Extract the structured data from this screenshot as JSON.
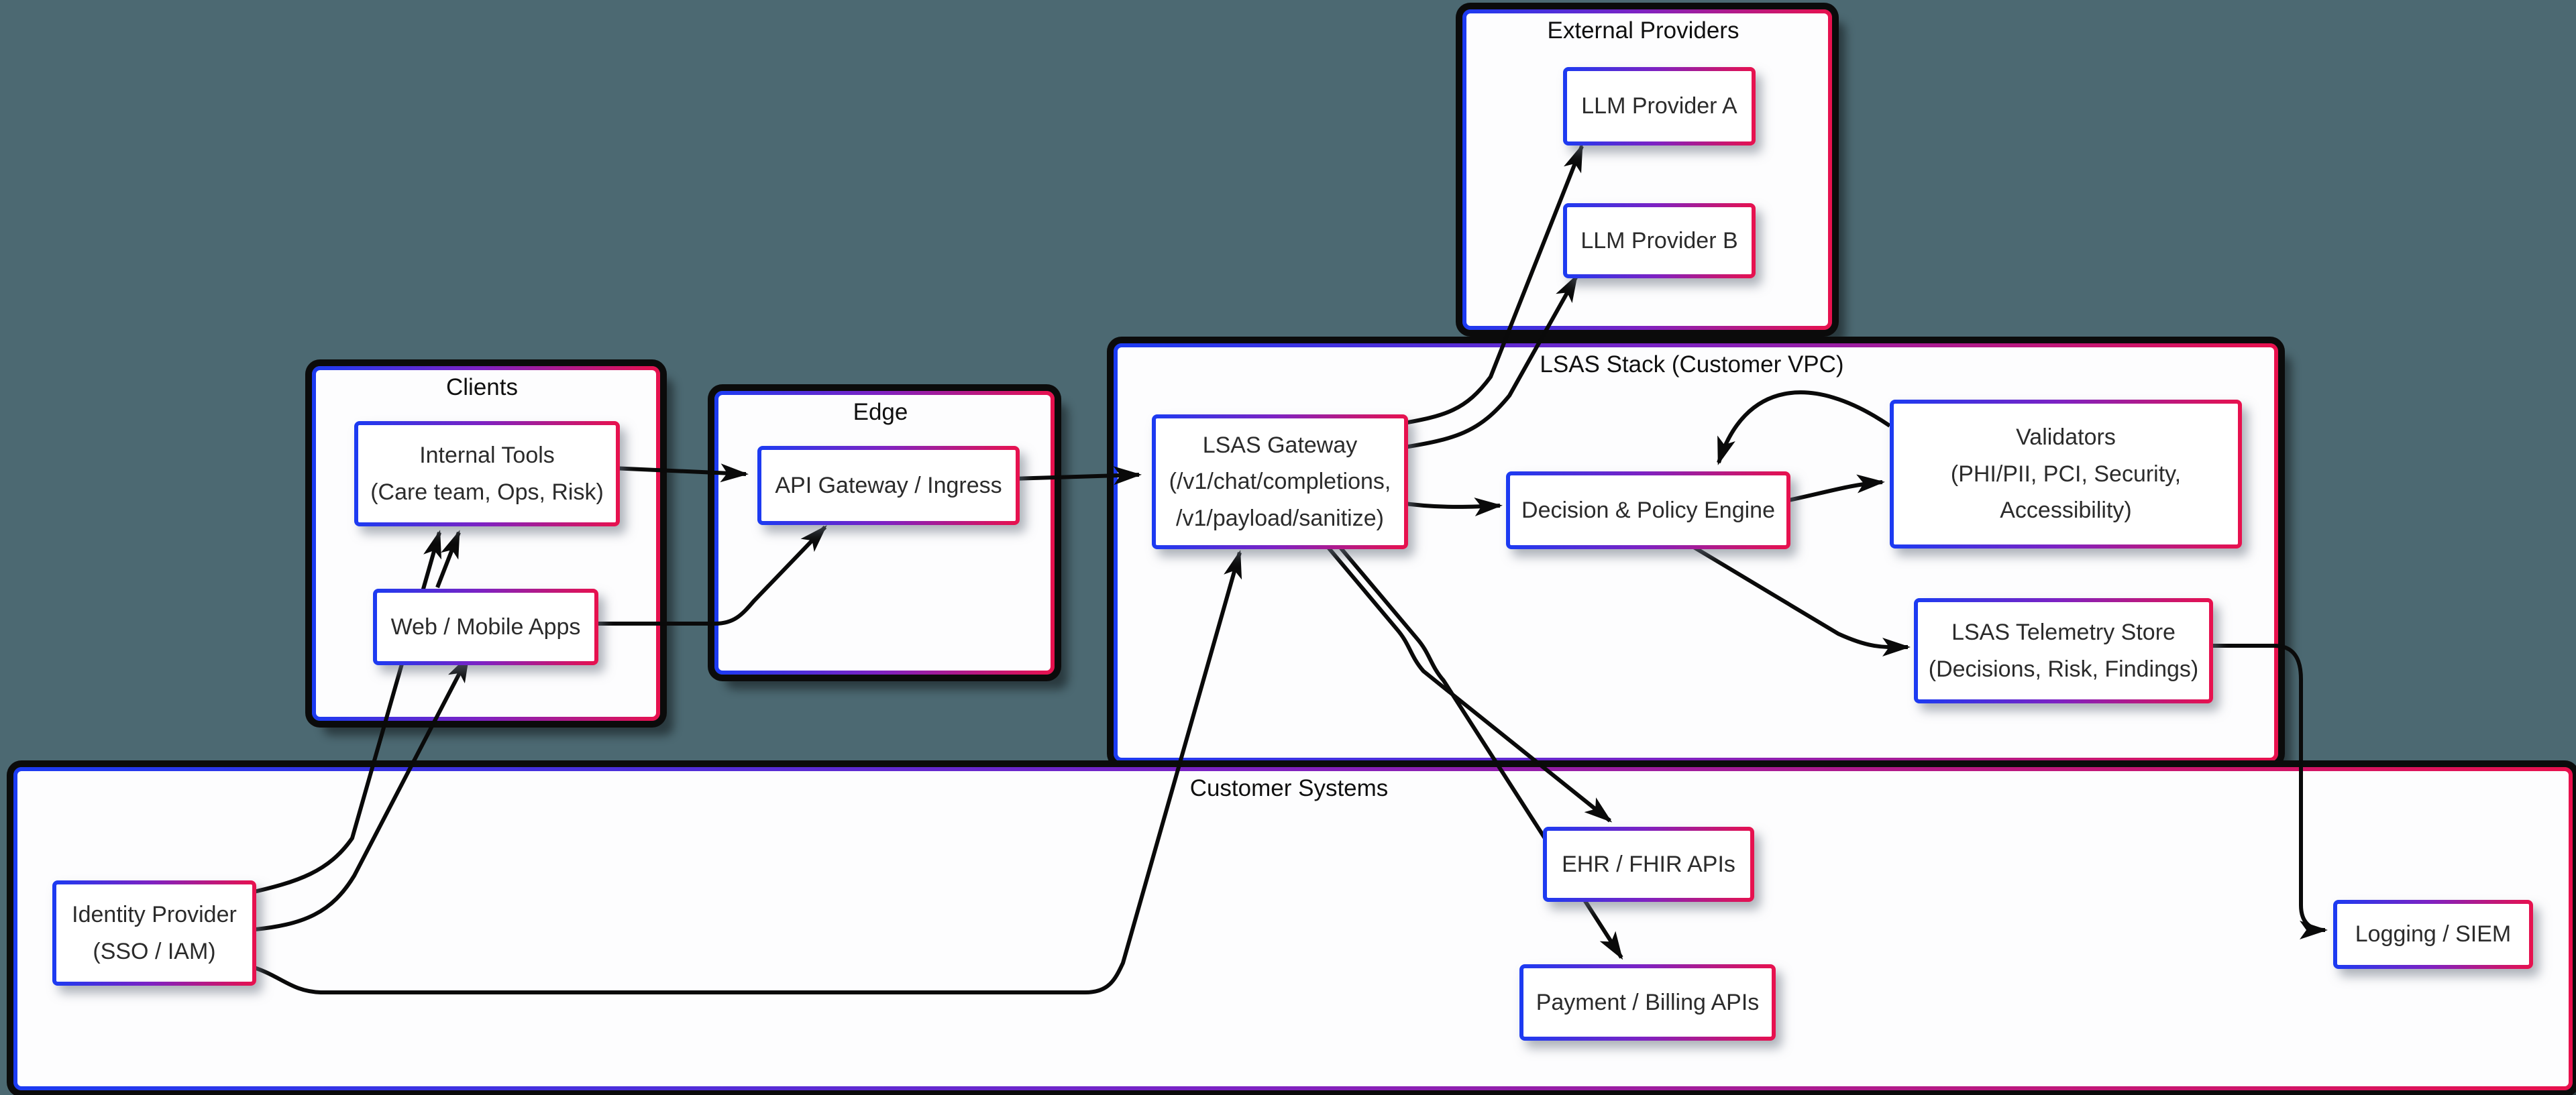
{
  "colors": {
    "page_background": "#4c6972",
    "box_fill": "#ffffff",
    "border_gradient_start": "#1b3bf2",
    "border_gradient_mid": "#7d22c3",
    "border_gradient_end": "#e8114d",
    "frame_black": "#0b0b0b",
    "edge_stroke": "#0a0a0a",
    "text": "#2b2b2b"
  },
  "containers": {
    "external_providers": {
      "title": "External Providers"
    },
    "clients": {
      "title": "Clients"
    },
    "edge": {
      "title": "Edge"
    },
    "lsas_stack": {
      "title": "LSAS Stack (Customer VPC)"
    },
    "customer_systems": {
      "title": "Customer Systems"
    }
  },
  "nodes": {
    "llm_provider_a": {
      "label": "LLM Provider A"
    },
    "llm_provider_b": {
      "label": "LLM Provider B"
    },
    "internal_tools": {
      "label": "Internal Tools\n(Care team, Ops, Risk)"
    },
    "web_mobile_apps": {
      "label": "Web / Mobile Apps"
    },
    "api_gateway": {
      "label": "API Gateway / Ingress"
    },
    "lsas_gateway": {
      "label": "LSAS Gateway\n(/v1/chat/completions,\n/v1/payload/sanitize)"
    },
    "decision_policy_engine": {
      "label": "Decision & Policy Engine"
    },
    "validators": {
      "label": "Validators\n(PHI/PII, PCI, Security,\nAccessibility)"
    },
    "telemetry_store": {
      "label": "LSAS Telemetry Store\n(Decisions, Risk, Findings)"
    },
    "identity_provider": {
      "label": "Identity Provider\n(SSO / IAM)"
    },
    "ehr_fhir_apis": {
      "label": "EHR / FHIR APIs"
    },
    "payment_billing_apis": {
      "label": "Payment / Billing APIs"
    },
    "logging_siem": {
      "label": "Logging / SIEM"
    }
  },
  "edges": [
    {
      "from": "web_mobile_apps",
      "to": "internal_tools"
    },
    {
      "from": "internal_tools",
      "to": "api_gateway"
    },
    {
      "from": "web_mobile_apps",
      "to": "api_gateway"
    },
    {
      "from": "api_gateway",
      "to": "lsas_gateway"
    },
    {
      "from": "lsas_gateway",
      "to": "llm_provider_a"
    },
    {
      "from": "lsas_gateway",
      "to": "llm_provider_b"
    },
    {
      "from": "lsas_gateway",
      "to": "decision_policy_engine"
    },
    {
      "from": "decision_policy_engine",
      "to": "validators"
    },
    {
      "from": "validators",
      "to": "decision_policy_engine"
    },
    {
      "from": "decision_policy_engine",
      "to": "telemetry_store"
    },
    {
      "from": "telemetry_store",
      "to": "logging_siem"
    },
    {
      "from": "lsas_gateway",
      "to": "ehr_fhir_apis"
    },
    {
      "from": "lsas_gateway",
      "to": "payment_billing_apis"
    },
    {
      "from": "identity_provider",
      "to": "internal_tools"
    },
    {
      "from": "identity_provider",
      "to": "web_mobile_apps"
    },
    {
      "from": "identity_provider",
      "to": "lsas_gateway"
    }
  ]
}
